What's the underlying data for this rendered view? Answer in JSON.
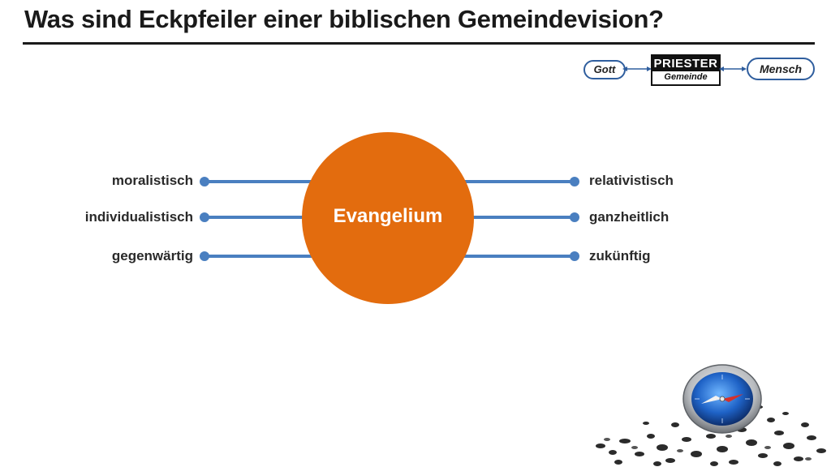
{
  "slide": {
    "title": "Was sind Eckpfeiler einer biblischen Gemeindevision?"
  },
  "legend": {
    "left": "Gott",
    "center_title": "PRIESTER",
    "center_subtitle": "Gemeinde",
    "right": "Mensch"
  },
  "diagram": {
    "center": "Evangelium",
    "left_items": [
      "moralistisch",
      "individualistisch",
      "gegenwärtig"
    ],
    "right_items": [
      "relativistisch",
      "ganzheitlich",
      "zukünftig"
    ]
  },
  "colors": {
    "center_circle": "#e36c0e",
    "connector": "#4a7fc0",
    "legend_border": "#2f5e9e"
  },
  "illustration": {
    "compass_icon": "compass-on-gravel"
  }
}
